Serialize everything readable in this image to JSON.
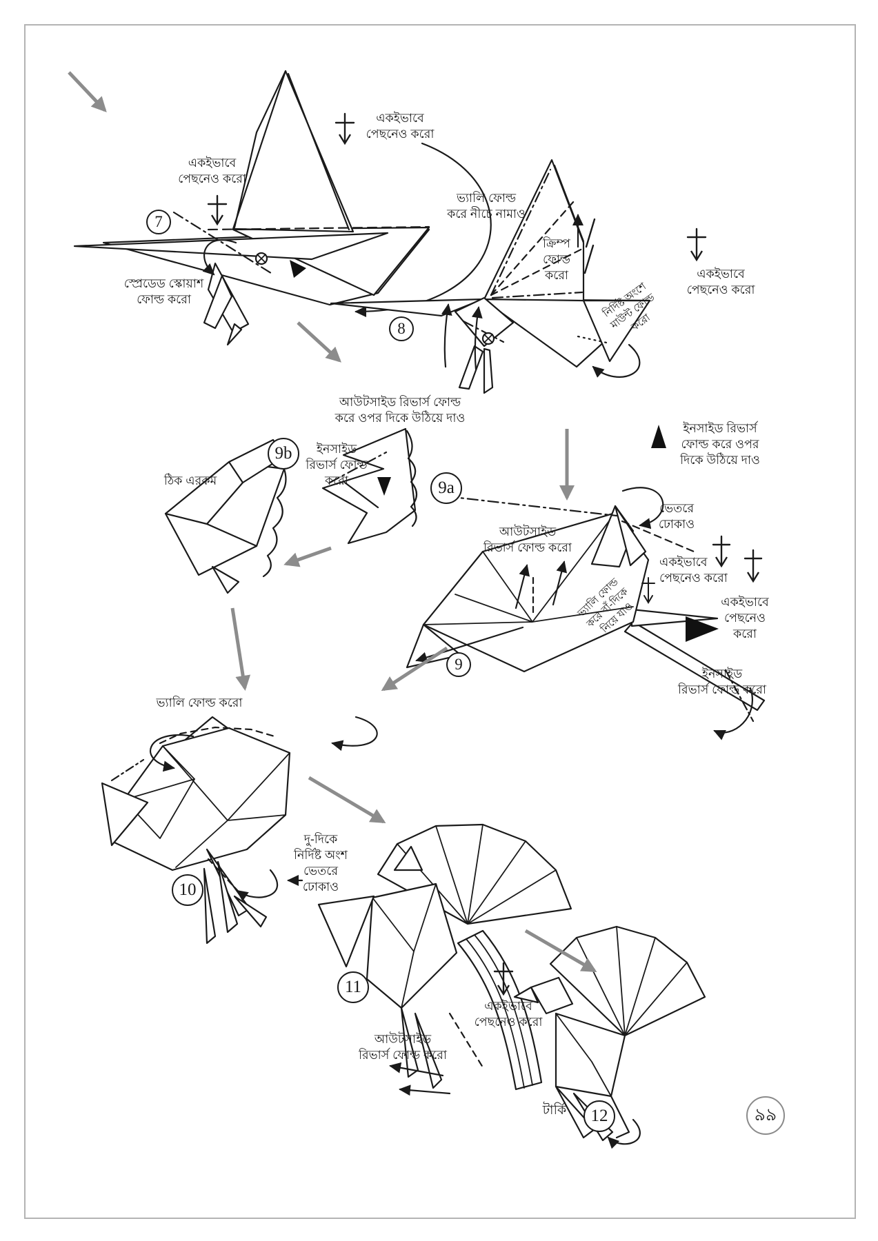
{
  "page": {
    "number": "৯৯"
  },
  "title": {
    "figure_name": "টার্কি"
  },
  "steps": {
    "s7": "7",
    "s8": "8",
    "s9": "9",
    "s9a": "9a",
    "s9b": "9b",
    "s10": "10",
    "s11": "11",
    "s12": "12"
  },
  "labels": {
    "same_behind_top": "একইভাবে\nপেছনেও করো",
    "same_behind_7": "একইভাবে\nপেছনেও করো",
    "valley_fold_down": "ভ্যালি ফোল্ড\nকরে নীচে নামাও",
    "spread_squash": "স্প্রেডেড স্কোয়াশ\nফোল্ড করো",
    "crimp_fold": "ক্রিম্প\nফোল্ড\nকরো",
    "same_behind_8": "একইভাবে\nপেছনেও করো",
    "mountain_fold_rotated": "নির্দিষ্ট অংশে\nমাউন্ট ফোল্ড\nকরো",
    "outside_reverse_lift": "আউটসাইড রিভার্স ফোল্ড\nকরে ওপর দিকে উঠিয়ে দাও",
    "inside_reverse_lift": "ইনসাইড রিভার্স\nফোল্ড করে ওপর\nদিকে উঠিয়ে দাও",
    "just_like_this": "ঠিক এরকম",
    "inside_reverse_9a": "ইনসাইড\nরিভার্স ফোল্ড\nকরো",
    "outside_reverse_9": "আউটসাইড\nরিভার্স ফোল্ড করো",
    "tuck_inside": "ভেতরে\nঢোকাও",
    "same_behind_9_upper": "একইভাবে\nপেছনেও করো",
    "same_behind_9_lower": "একইভাবে\nপেছনেও\nকরো",
    "valley_fold_left_rotated": "ভ্যালি ফোল্ড\nকরে বাঁ-দিকে\nনিয়ে যাও",
    "inside_reverse_tail": "ইনসাইড\nরিভার্স ফোল্ড করো",
    "valley_fold_10": "ভ্যালি ফোল্ড করো",
    "tuck_both_sides": "দু-দিকে\nনির্দিষ্ট অংশ\nভেতরে\nঢোকাও",
    "same_behind_11": "একইভাবে\nপেছনেও করো",
    "outside_reverse_11": "আউটসাইড\nরিভার্স ফোল্ড করো"
  },
  "colors": {
    "ink": "#1a1a1a",
    "guide_arrow": "#8c8c8c",
    "page_border": "#b3b3b3"
  }
}
